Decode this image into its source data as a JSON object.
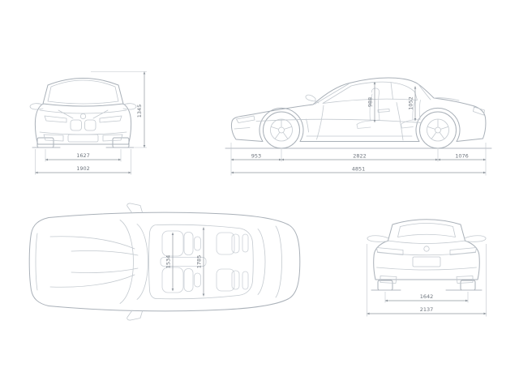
{
  "diagram": {
    "views": {
      "front": {
        "height": "1345",
        "track": "1627",
        "width": "1902"
      },
      "side": {
        "front_overhang": "953",
        "wheelbase": "2822",
        "rear_overhang": "1076",
        "length": "4851",
        "headroom_front": "988",
        "headroom_rear": "1052"
      },
      "top": {
        "width_front": "1534",
        "width_rear": "1785"
      },
      "rear": {
        "track": "1642",
        "width_mirrors": "2137"
      }
    },
    "colors": {
      "car_line": "#a9b0b8",
      "car_line_light": "#c3c9cf",
      "dim_line": "#8f969e",
      "dim_text": "#6d747d",
      "background": "#ffffff"
    }
  }
}
